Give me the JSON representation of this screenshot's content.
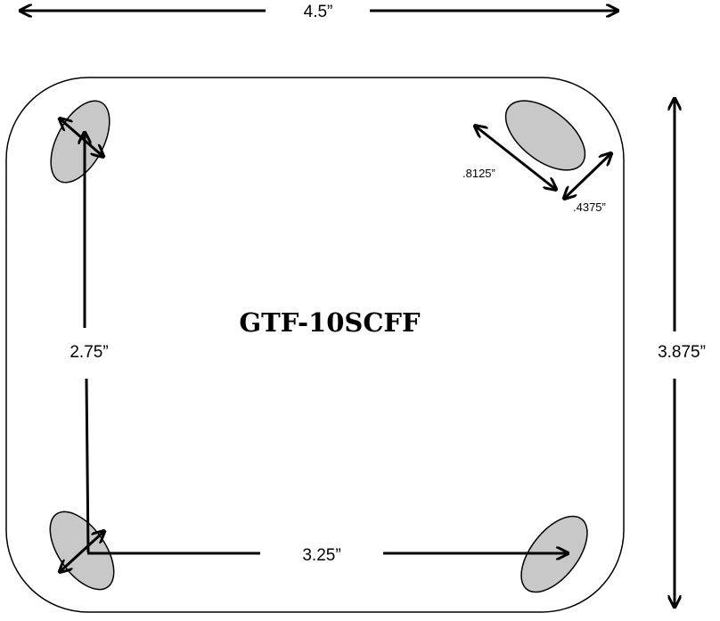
{
  "title": "GTF-10SCFF",
  "dimensions": {
    "overall_width": "4.5”",
    "overall_height": "3.875”",
    "foot_spacing_vertical": "2.75”",
    "foot_spacing_horizontal": "3.25”",
    "foot_length": ".8125”",
    "foot_width": ".4375”"
  },
  "colors": {
    "foot_fill": "#c8c8c8",
    "outline": "#000000"
  }
}
